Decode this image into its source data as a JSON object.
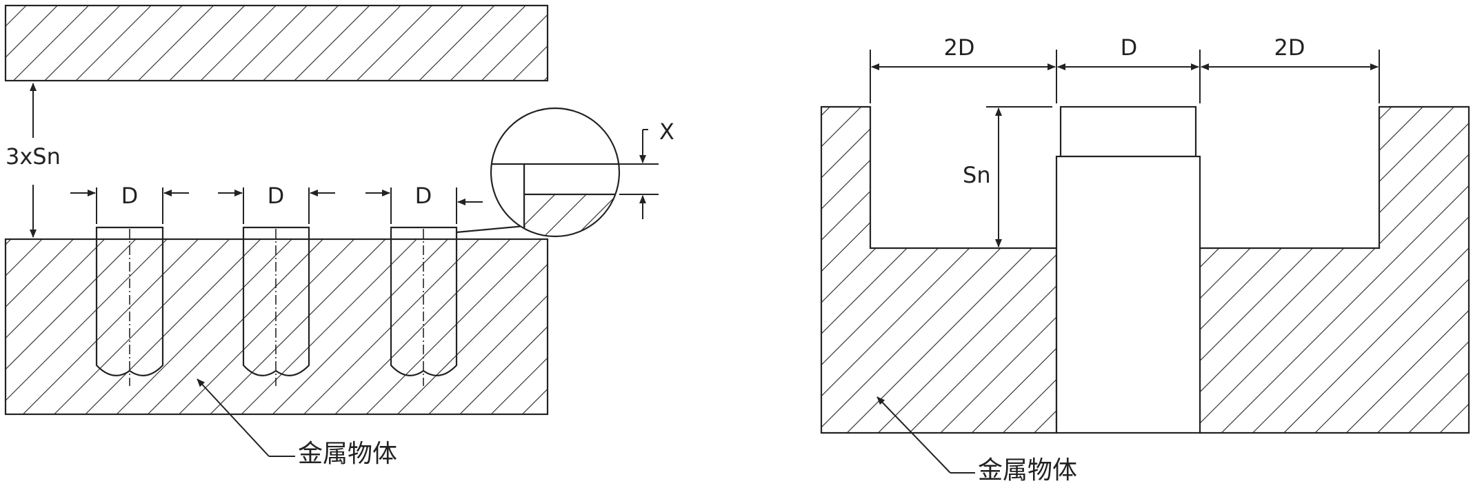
{
  "left_diagram": {
    "distance_label": "3xSn",
    "pin_labels": [
      "D",
      "D",
      "D"
    ],
    "detail_label": "X",
    "material_label": "金属物体"
  },
  "right_diagram": {
    "width_labels": [
      "2D",
      "D",
      "2D"
    ],
    "height_label": "Sn",
    "material_label": "金属物体"
  }
}
